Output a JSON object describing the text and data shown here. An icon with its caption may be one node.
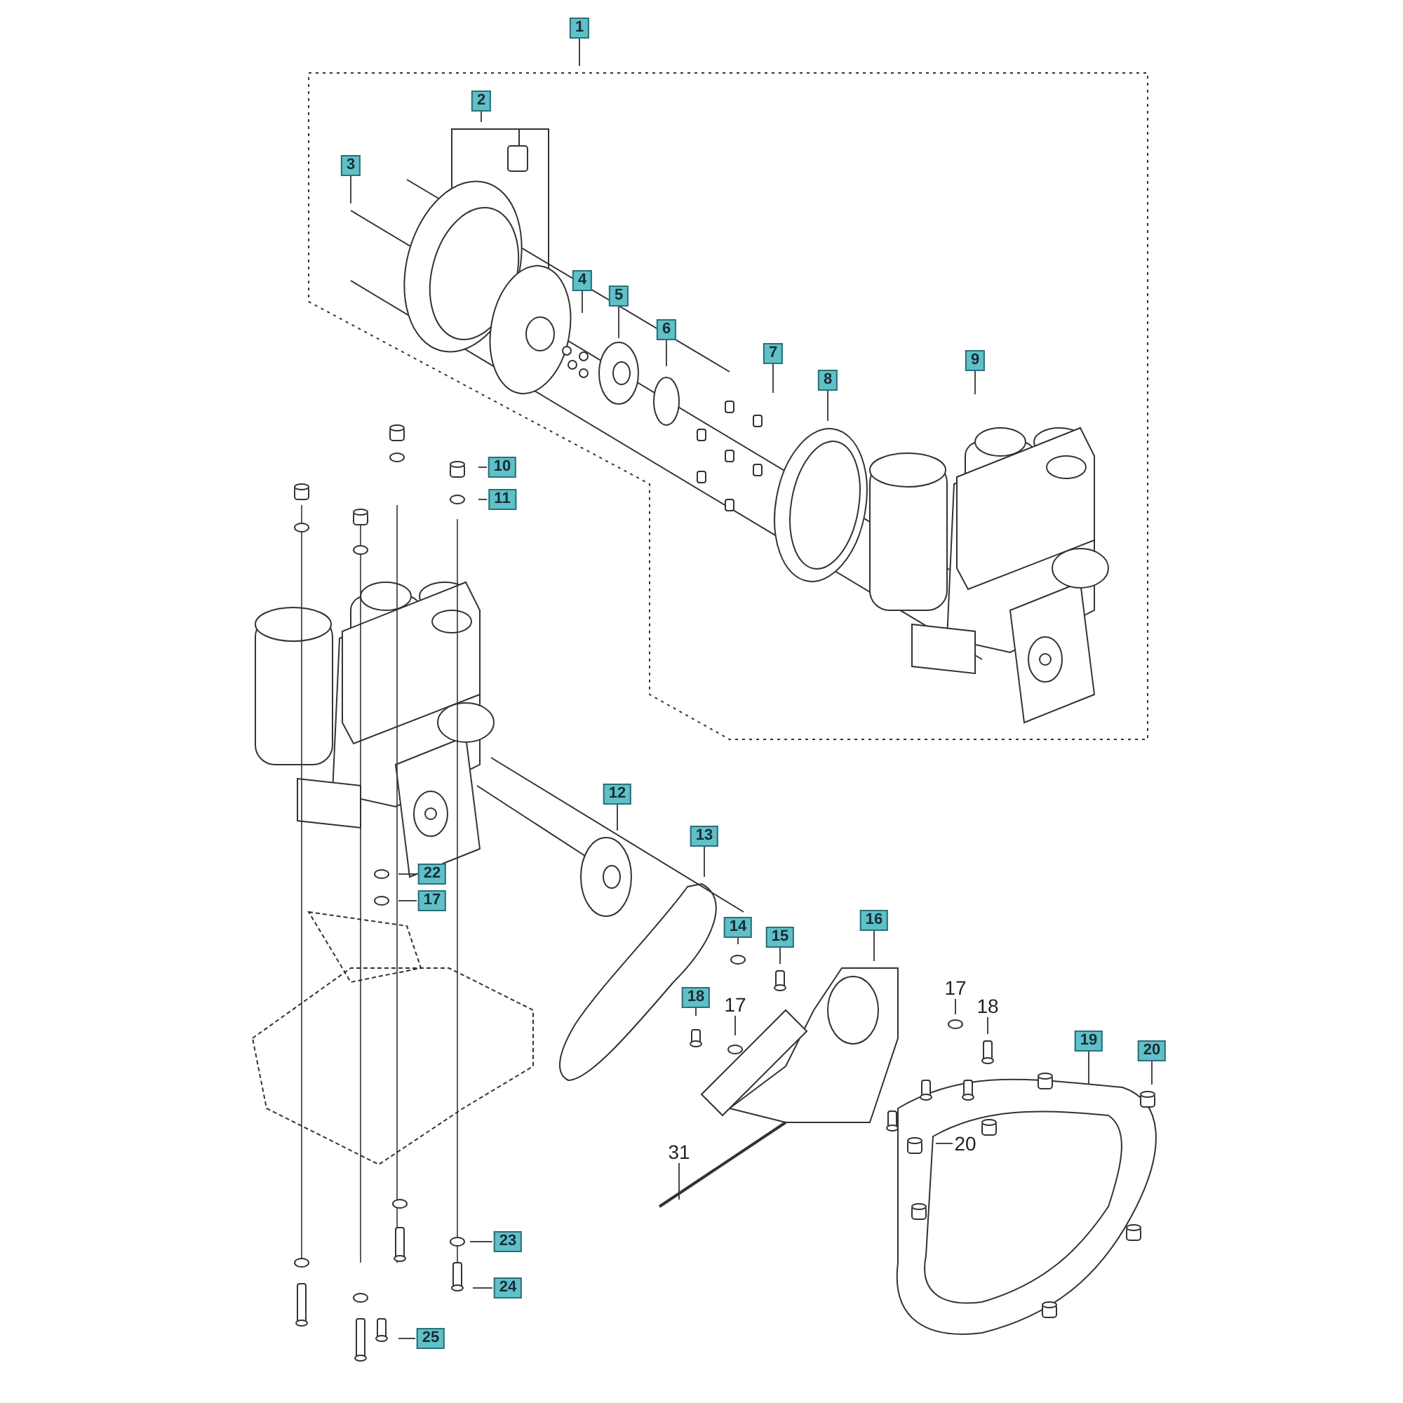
{
  "diagram": {
    "nodes": [
      {
        "text": [
          "1"
        ]
      },
      {
        "text": [
          "2"
        ]
      },
      {
        "text": [
          "3"
        ]
      },
      {
        "text": [
          "4"
        ]
      },
      {
        "text": [
          "5"
        ]
      },
      {
        "text": [
          "6"
        ]
      },
      {
        "text": [
          "7"
        ]
      },
      {
        "text": [
          "8"
        ]
      },
      {
        "text": [
          "9"
        ]
      },
      {
        "text": [
          "10"
        ]
      },
      {
        "text": [
          "11"
        ]
      },
      {
        "text": [
          "12"
        ]
      },
      {
        "text": [
          "13"
        ]
      },
      {
        "text": [
          "14"
        ]
      },
      {
        "text": [
          "15"
        ]
      },
      {
        "text": [
          "16"
        ]
      },
      {
        "text": [
          "17"
        ]
      },
      {
        "text": [
          "18"
        ]
      },
      {
        "text": [
          "18"
        ]
      },
      {
        "text": [
          "17"
        ]
      },
      {
        "text": [
          "19"
        ]
      },
      {
        "text": [
          "20"
        ]
      },
      {
        "text": [
          "20"
        ]
      },
      {
        "text": [
          "31"
        ]
      },
      {
        "text": [
          "22"
        ]
      },
      {
        "text": [
          "17"
        ]
      },
      {
        "text": [
          "23"
        ]
      },
      {
        "text": [
          "24"
        ]
      },
      {
        "text": [
          "25"
        ]
      }
    ],
    "edges": [
      {
        "from": 0,
        "to": null,
        "arrow": "none"
      },
      {
        "from": 1,
        "to": null,
        "arrow": "none"
      },
      {
        "from": 2,
        "to": null,
        "arrow": "none"
      },
      {
        "from": 3,
        "to": null,
        "arrow": "none"
      },
      {
        "from": 4,
        "to": null,
        "arrow": "none"
      },
      {
        "from": 5,
        "to": null,
        "arrow": "none"
      },
      {
        "from": 6,
        "to": null,
        "arrow": "none"
      },
      {
        "from": 7,
        "to": null,
        "arrow": "none"
      },
      {
        "from": 8,
        "to": null,
        "arrow": "none"
      },
      {
        "from": 9,
        "to": null,
        "arrow": "none"
      },
      {
        "from": 10,
        "to": null,
        "arrow": "none"
      },
      {
        "from": 11,
        "to": null,
        "arrow": "none"
      },
      {
        "from": 12,
        "to": null,
        "arrow": "none"
      },
      {
        "from": 13,
        "to": null,
        "arrow": "none"
      },
      {
        "from": 14,
        "to": null,
        "arrow": "none"
      },
      {
        "from": 15,
        "to": null,
        "arrow": "none"
      },
      {
        "from": 16,
        "to": null,
        "arrow": "none"
      },
      {
        "from": 17,
        "to": null,
        "arrow": "none"
      },
      {
        "from": 18,
        "to": null,
        "arrow": "none"
      },
      {
        "from": 19,
        "to": null,
        "arrow": "none"
      },
      {
        "from": 20,
        "to": null,
        "arrow": "none"
      },
      {
        "from": 21,
        "to": null,
        "arrow": "none"
      },
      {
        "from": 22,
        "to": null,
        "arrow": "none"
      },
      {
        "from": 23,
        "to": null,
        "arrow": "none"
      },
      {
        "from": 24,
        "to": null,
        "arrow": "none"
      },
      {
        "from": 25,
        "to": null,
        "arrow": "none"
      },
      {
        "from": 26,
        "to": null,
        "arrow": "none"
      },
      {
        "from": 27,
        "to": null,
        "arrow": "none"
      },
      {
        "from": 28,
        "to": null,
        "arrow": "none"
      }
    ]
  }
}
